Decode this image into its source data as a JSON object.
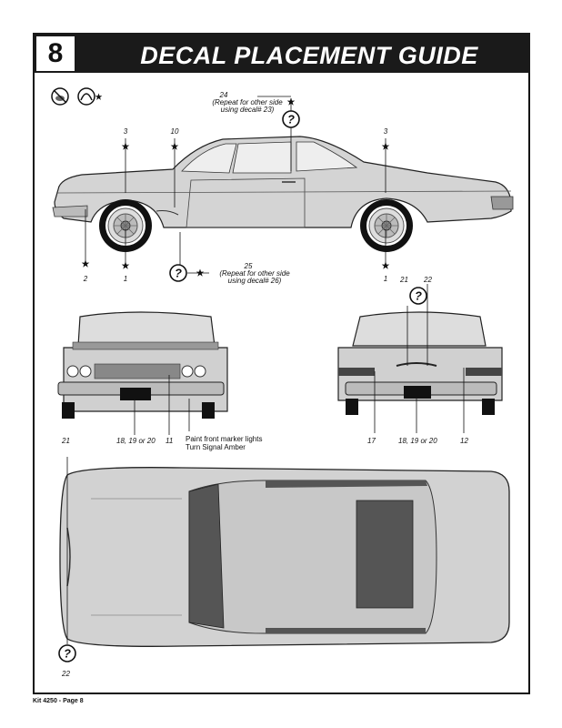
{
  "header": {
    "step": "8",
    "title": "DECAL PLACEMENT GUIDE"
  },
  "side_view": {
    "callout_24": "24",
    "callout_24_note_line1": "(Repeat for other side",
    "callout_24_note_line2": "using decal# 23)",
    "callout_25": "25",
    "callout_25_note_line1": "(Repeat for other side",
    "callout_25_note_line2": "using decal# 26)",
    "top_left_num": "3",
    "top_mid_num": "10",
    "top_right_num": "3",
    "bottom_left_num": "2",
    "bottom_mid_num": "1",
    "bottom_right_num": "1"
  },
  "front_view": {
    "plate_label": "18, 19 or 20",
    "badge_label": "11",
    "paint_note_line1": "Paint front marker lights",
    "paint_note_line2": "Turn Signal Amber"
  },
  "rear_view": {
    "num_21": "21",
    "num_22": "22",
    "num_17": "17",
    "plate_label": "18, 19 or 20",
    "num_12": "12"
  },
  "top_view": {
    "num_21": "21",
    "num_22": "22"
  },
  "footer": {
    "text": "Kit 4250 - Page 8"
  },
  "icons": [
    "no-paint-icon",
    "decal-placement-icon",
    "star-icon",
    "question-icon"
  ]
}
